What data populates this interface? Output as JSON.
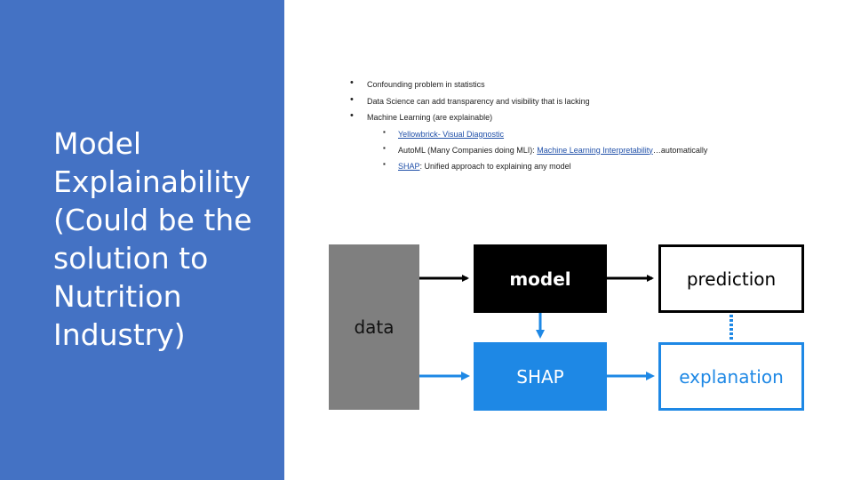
{
  "slide": {
    "title": "Model Explainability (Could be the solution to Nutrition Industry)"
  },
  "bullets": {
    "items": [
      {
        "text": "Confounding problem in statistics"
      },
      {
        "text": "Data Science can add transparency and visibility that is lacking"
      },
      {
        "text": "Machine Learning (are explainable)"
      }
    ],
    "sub_items": [
      {
        "link": "Yellowbrick- Visual Diagnostic"
      },
      {
        "prefix": "AutoML (Many Companies doing MLI): ",
        "link": "Machine Learning Interpretability",
        "suffix": "…automatically"
      },
      {
        "link": "SHAP",
        "suffix": ": Unified approach to explaining any model"
      }
    ]
  },
  "diagram": {
    "data_label": "data",
    "model_label": "model",
    "shap_label": "SHAP",
    "prediction_label": "prediction",
    "explanation_label": "explanation"
  },
  "colors": {
    "panel": "#4472c4",
    "shap_blue": "#1e88e5",
    "data_gray": "#7f7f7f"
  }
}
